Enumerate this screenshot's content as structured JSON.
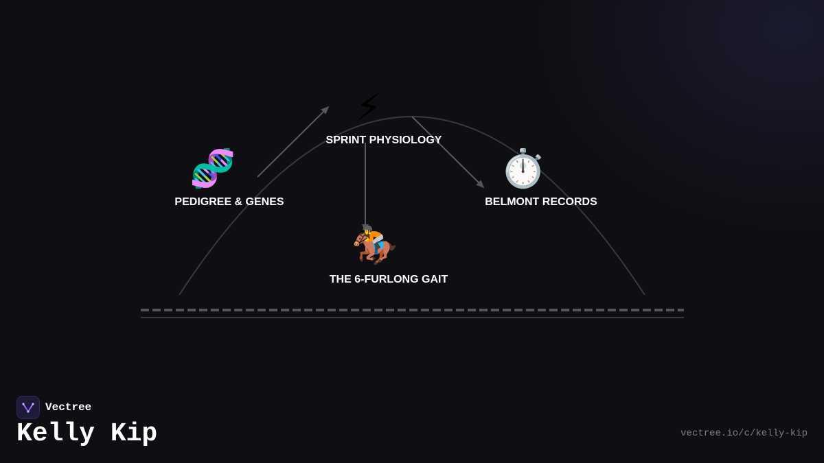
{
  "nodes": {
    "pedigree": {
      "label": "PEDIGREE & GENES",
      "icon": "dna-icon",
      "glyph": "🧬"
    },
    "sprint": {
      "label": "SPRINT PHYSIOLOGY",
      "icon": "lightning-icon",
      "glyph": "⚡"
    },
    "belmont": {
      "label": "BELMONT RECORDS",
      "icon": "stopwatch-icon",
      "glyph": "⏱️"
    },
    "gait": {
      "label": "THE 6-FURLONG GAIT",
      "icon": "horse-racing-icon",
      "glyph": "🏇"
    }
  },
  "footer": {
    "brand": "Vectree",
    "brand_icon": "vectree-logo-icon",
    "author": "Kelly Kip",
    "url": "vectree.io/c/kelly-kip"
  },
  "colors": {
    "background": "#0f0f13",
    "text": "#ffffff",
    "url_text": "#7c7c86",
    "connector": "#6a6a70",
    "arc": "#3a3a40",
    "brand_accent": "#8b5cf6"
  }
}
